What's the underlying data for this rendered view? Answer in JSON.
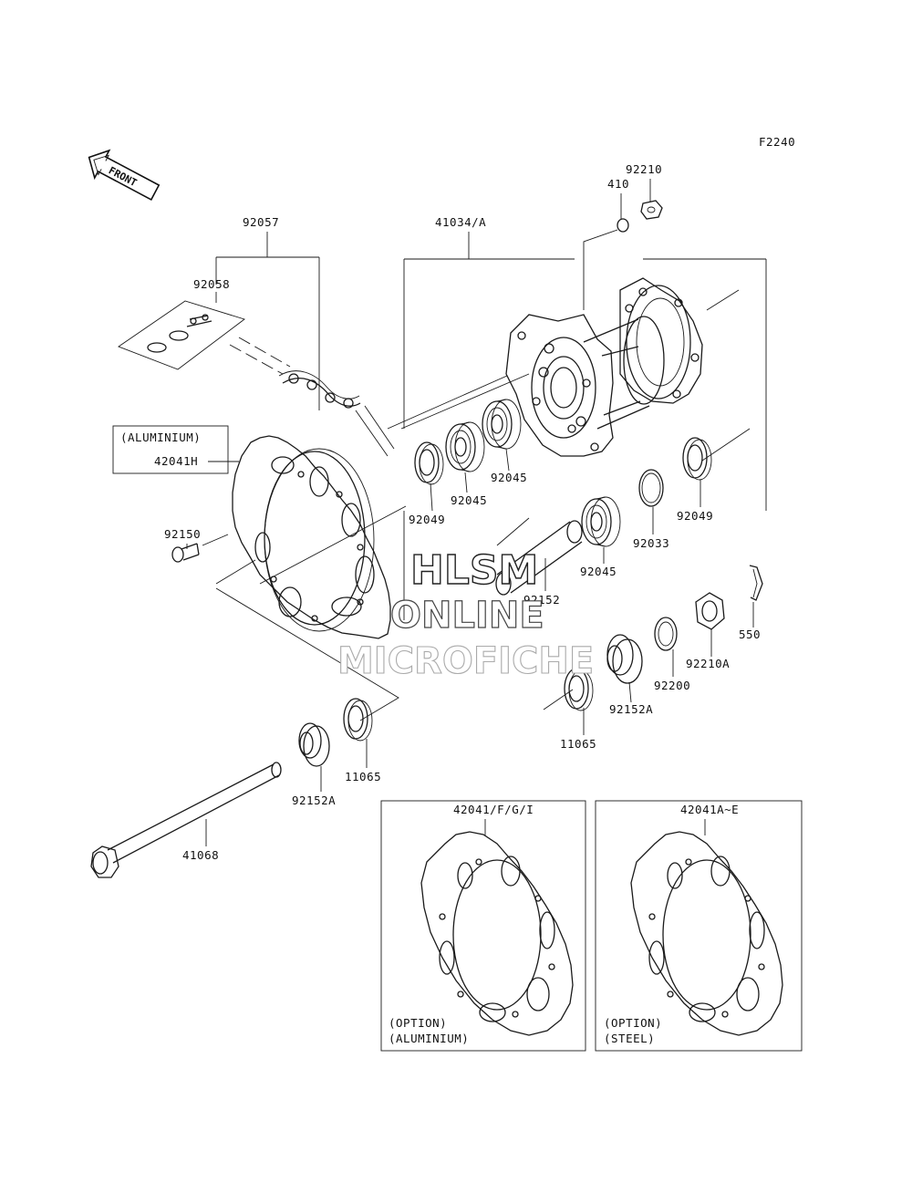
{
  "diagram_code": "F2240",
  "front_label": "FRONT",
  "labels": {
    "p92210": "92210",
    "p410": "410",
    "p92057": "92057",
    "p41034": "41034/A",
    "p92058": "92058",
    "p42041H": "42041H",
    "aluminium_box": "(ALUMINIUM)",
    "p92045a": "92045",
    "p92045b": "92045",
    "p92045c": "92045",
    "p92049a": "92049",
    "p92049b": "92049",
    "p92033": "92033",
    "p92150": "92150",
    "p92152": "92152",
    "p550": "550",
    "p92210A": "92210A",
    "p92200": "92200",
    "p92152A_right": "92152A",
    "p11065_right": "11065",
    "p11065_left": "11065",
    "p92152A_left": "92152A",
    "p41068": "41068"
  },
  "option_boxes": [
    {
      "part": "42041/F/G/I",
      "line1": "(OPTION)",
      "line2": "(ALUMINIUM)"
    },
    {
      "part": "42041A~E",
      "line1": "(OPTION)",
      "line2": "(STEEL)"
    }
  ],
  "watermark": {
    "line1": "HLSM",
    "line2": "ONLINE",
    "line3": "MICROFICHE"
  }
}
